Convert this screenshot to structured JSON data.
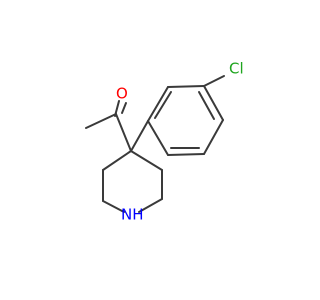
{
  "molecule": {
    "atoms": [
      {
        "id": "a1",
        "label": "O",
        "color": "#ff0000"
      },
      {
        "id": "a2",
        "label": "Cl",
        "color": "#1fa51f"
      },
      {
        "id": "a3",
        "label": "NH",
        "color": "#0000ff"
      }
    ],
    "colors": {
      "bond": "#3a3a3a",
      "oxygen": "#ff0000",
      "chlorine": "#1fa51f",
      "nitrogen": "#0000ff",
      "background": "#ffffff"
    }
  }
}
